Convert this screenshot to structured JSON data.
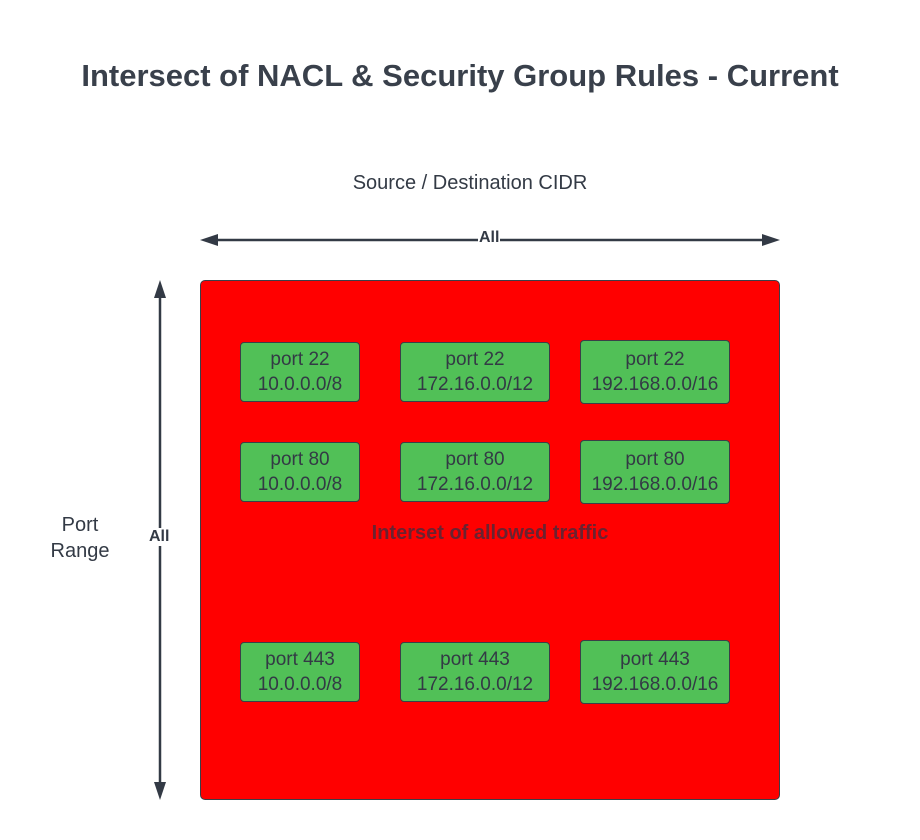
{
  "title": "Intersect of NACL & Security Group Rules - Current",
  "x_axis": {
    "label": "Source / Destination CIDR",
    "range_text": "All"
  },
  "y_axis": {
    "label_line1": "Port",
    "label_line2": "Range",
    "range_text": "All"
  },
  "region": {
    "label": "Interset of allowed traffic",
    "color": "#ff0000"
  },
  "rule_color": "#51c057",
  "rules": [
    {
      "port": "port 22",
      "cidr": "10.0.0.0/8"
    },
    {
      "port": "port 22",
      "cidr": "172.16.0.0/12"
    },
    {
      "port": "port 22",
      "cidr": "192.168.0.0/16"
    },
    {
      "port": "port 80",
      "cidr": "10.0.0.0/8"
    },
    {
      "port": "port 80",
      "cidr": "172.16.0.0/12"
    },
    {
      "port": "port 80",
      "cidr": "192.168.0.0/16"
    },
    {
      "port": "port 443",
      "cidr": "10.0.0.0/8"
    },
    {
      "port": "port 443",
      "cidr": "172.16.0.0/12"
    },
    {
      "port": "port 443",
      "cidr": "192.168.0.0/16"
    }
  ]
}
